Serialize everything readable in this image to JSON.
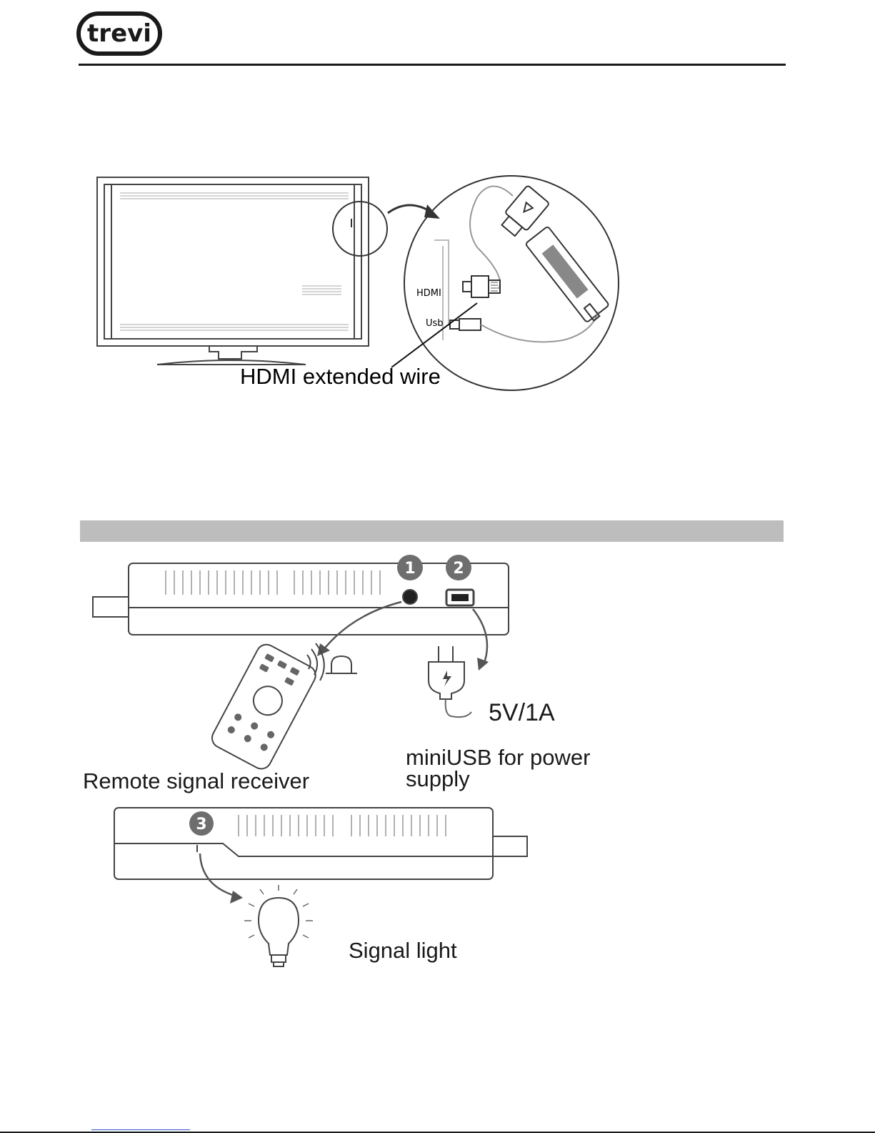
{
  "brand": {
    "logo_text": "trevi"
  },
  "figure1": {
    "callout_hdmi": "HDMI",
    "callout_usb": "Usb",
    "caption": "HDMI extended wire"
  },
  "figure2": {
    "port_1": "1",
    "port_2": "2",
    "port_3": "3",
    "power_rating": "5V/1A",
    "power_label_line1": "miniUSB for power",
    "power_label_line2": "supply",
    "remote_label": "Remote signal receiver",
    "light_label": "Signal light"
  },
  "colors": {
    "ink": "#1a1a1a",
    "section_bar": "#bdbdbd",
    "badge": "#6e6e6e"
  }
}
